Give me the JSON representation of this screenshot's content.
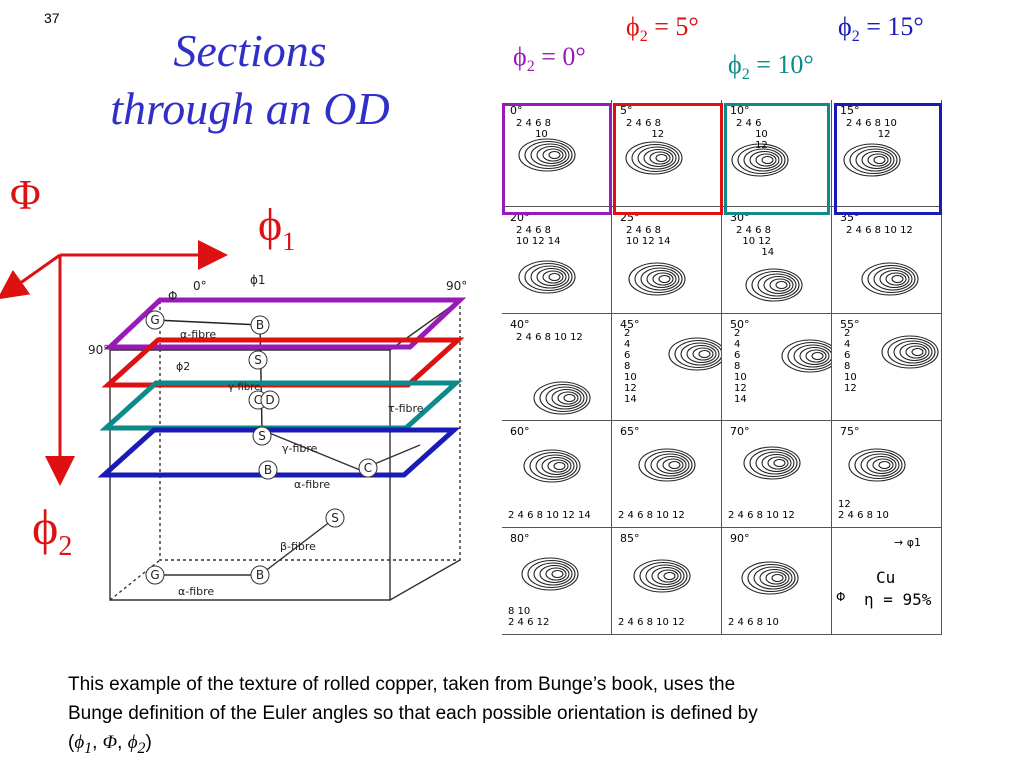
{
  "slide_number": "37",
  "title": {
    "line1": "Sections",
    "line2": "through an OD"
  },
  "section_labels": [
    {
      "sym": "ϕ",
      "sub": "2",
      "rest": " = 0°",
      "color": "#9a1ab8"
    },
    {
      "sym": "ϕ",
      "sub": "2",
      "rest": " = 5°",
      "color": "#dd1111"
    },
    {
      "sym": "ϕ",
      "sub": "2",
      "rest": " = 10°",
      "color": "#0e8a8a"
    },
    {
      "sym": "ϕ",
      "sub": "2",
      "rest": " = 15°",
      "color": "#1a1ab8"
    }
  ],
  "axis_labels": {
    "Phi": "Φ",
    "phi1_sym": "ϕ",
    "phi1_sub": "1",
    "phi2_sym": "ϕ",
    "phi2_sub": "2"
  },
  "cube_labels": {
    "phi_small": "Φ",
    "zero": "0°",
    "phi1_small": "ϕ1",
    "ninety_top": "90°",
    "ninety_left": "90°",
    "alpha_fibre": "α-fibre",
    "phi2_small": "ϕ2",
    "gamma_fibre_v": "γ-fibre",
    "gamma_fibre": "γ-fibre",
    "alpha_fibre_2": "α-fibre",
    "beta_fibre": "β-fibre",
    "alpha_fibre_bottom": "α-fibre",
    "tau_fibre": "τ-fibre",
    "nodes": [
      "G",
      "B",
      "S",
      "C",
      "D",
      "S",
      "B",
      "C",
      "G",
      "S",
      "B"
    ]
  },
  "odf_sections": [
    {
      "angle": "0°",
      "nums": "2 4 6 8\n      10"
    },
    {
      "angle": "5°",
      "nums": "2 4 6 8\n        12"
    },
    {
      "angle": "10°",
      "nums": "2 4 6\n      10\n      12"
    },
    {
      "angle": "15°",
      "nums": "2 4 6 8 10\n          12"
    },
    {
      "angle": "20°",
      "nums": "2 4 6 8\n10 12 14"
    },
    {
      "angle": "25°",
      "nums": "2 4 6 8\n10 12 14"
    },
    {
      "angle": "30°",
      "nums": "2 4 6 8\n  10 12\n        14"
    },
    {
      "angle": "35°",
      "nums": "2 4 6 8 10 12"
    },
    {
      "angle": "40°",
      "nums": "2 4 6 8 10 12"
    },
    {
      "angle": "45°",
      "nums": "2\n4\n6\n8\n10\n12\n14"
    },
    {
      "angle": "50°",
      "nums": "2\n4\n6\n8\n10\n12\n14"
    },
    {
      "angle": "55°",
      "nums": "2\n4\n6\n8\n10\n12"
    },
    {
      "angle": "60°",
      "nums": "2 4 6 8 10 12 14"
    },
    {
      "angle": "65°",
      "nums": "2 4 6 8 10 12"
    },
    {
      "angle": "70°",
      "nums": "2 4 6 8 10 12"
    },
    {
      "angle": "75°",
      "nums": "12\n2 4 6 8 10"
    },
    {
      "angle": "80°",
      "nums": "8 10\n2 4 6 12"
    },
    {
      "angle": "85°",
      "nums": "2 4 6 8 10 12"
    },
    {
      "angle": "90°",
      "nums": "2 4 6 8 10"
    }
  ],
  "legend": {
    "phi1": "→ φ1",
    "Phi": "Φ",
    "material": "Cu",
    "eta": "η = 95%"
  },
  "caption": {
    "line1": "This example of the texture of rolled copper, taken from Bunge’s book, uses the",
    "line2": "Bunge definition of the Euler angles so that each possible orientation is defined by",
    "open": "(",
    "p1": "ϕ",
    "p1sub": "1",
    "sep1": ", ",
    "P": "Φ",
    "sep2": ", ",
    "p2": "ϕ",
    "p2sub": "2",
    "close": ")"
  }
}
